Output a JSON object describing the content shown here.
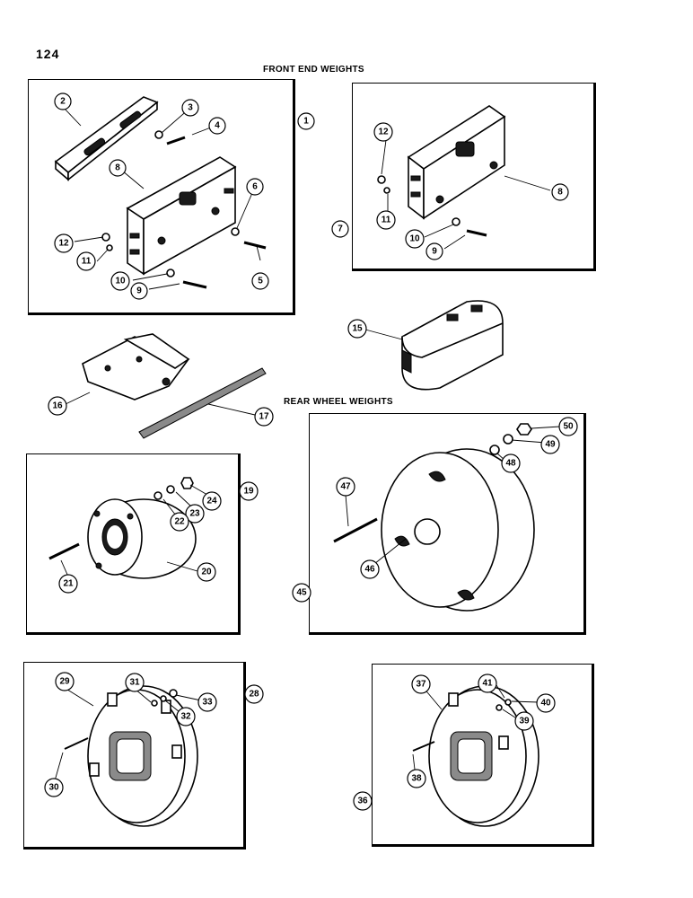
{
  "page": {
    "number": "124"
  },
  "sections": {
    "front": "FRONT END WEIGHTS",
    "rear": "REAR WHEEL WEIGHTS"
  },
  "callouts": {
    "c1": "1",
    "c2": "2",
    "c3": "3",
    "c4": "4",
    "c5": "5",
    "c6": "6",
    "c7": "7",
    "c8": "8",
    "c8b": "8",
    "c9": "9",
    "c9b": "9",
    "c10": "10",
    "c10b": "10",
    "c11": "11",
    "c11b": "11",
    "c12": "12",
    "c12b": "12",
    "c15": "15",
    "c16": "16",
    "c17": "17",
    "c19": "19",
    "c20": "20",
    "c21": "21",
    "c22": "22",
    "c23": "23",
    "c24": "24",
    "c28": "28",
    "c29": "29",
    "c30": "30",
    "c31": "31",
    "c32": "32",
    "c33": "33",
    "c36": "36",
    "c37": "37",
    "c38": "38",
    "c39": "39",
    "c40": "40",
    "c41": "41",
    "c45": "45",
    "c46": "46",
    "c47": "47",
    "c48": "48",
    "c49": "49",
    "c50": "50"
  }
}
